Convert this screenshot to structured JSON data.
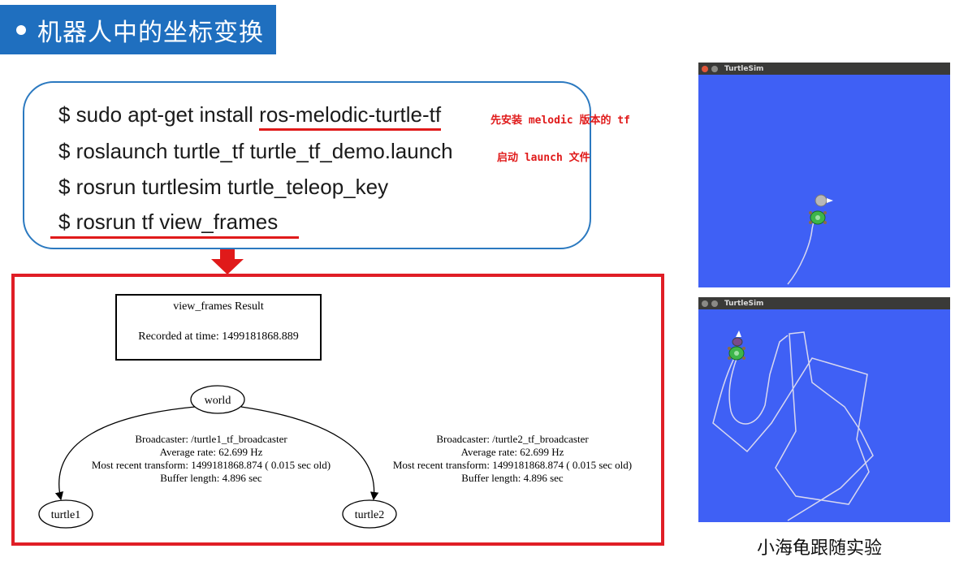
{
  "slide": {
    "title": "机器人中的坐标变换",
    "caption": "小海龟跟随实验"
  },
  "commands": [
    {
      "prefix": "$ sudo apt-get install ",
      "highlight": "ros-melodic-turtle-tf",
      "note": "先安装 melodic 版本的 tf"
    },
    {
      "prefix": "$ roslaunch turtle_tf turtle_tf_demo.launch",
      "highlight": "",
      "note": "启动 launch  文件"
    },
    {
      "prefix": "$ rosrun turtlesim turtle_teleop_key",
      "highlight": "",
      "note": ""
    },
    {
      "prefix": "$ rosrun tf view_frames",
      "highlight": "",
      "note": ""
    }
  ],
  "result": {
    "box_title": "view_frames Result",
    "recorded": "Recorded at time: 1499181868.889",
    "nodes": {
      "world": "world",
      "turtle1": "turtle1",
      "turtle2": "turtle2"
    },
    "edge1": {
      "broadcaster": "Broadcaster: /turtle1_tf_broadcaster",
      "rate": "Average rate: 62.699 Hz",
      "recent": "Most recent transform: 1499181868.874 ( 0.015 sec old)",
      "buffer": "Buffer length: 4.896 sec"
    },
    "edge2": {
      "broadcaster": "Broadcaster: /turtle2_tf_broadcaster",
      "rate": "Average rate: 62.699 Hz",
      "recent": "Most recent transform: 1499181868.874 ( 0.015 sec old)",
      "buffer": "Buffer length: 4.896 sec"
    }
  },
  "turtlesim": {
    "window_title": "TurtleSim",
    "background": "#3f60f5"
  }
}
